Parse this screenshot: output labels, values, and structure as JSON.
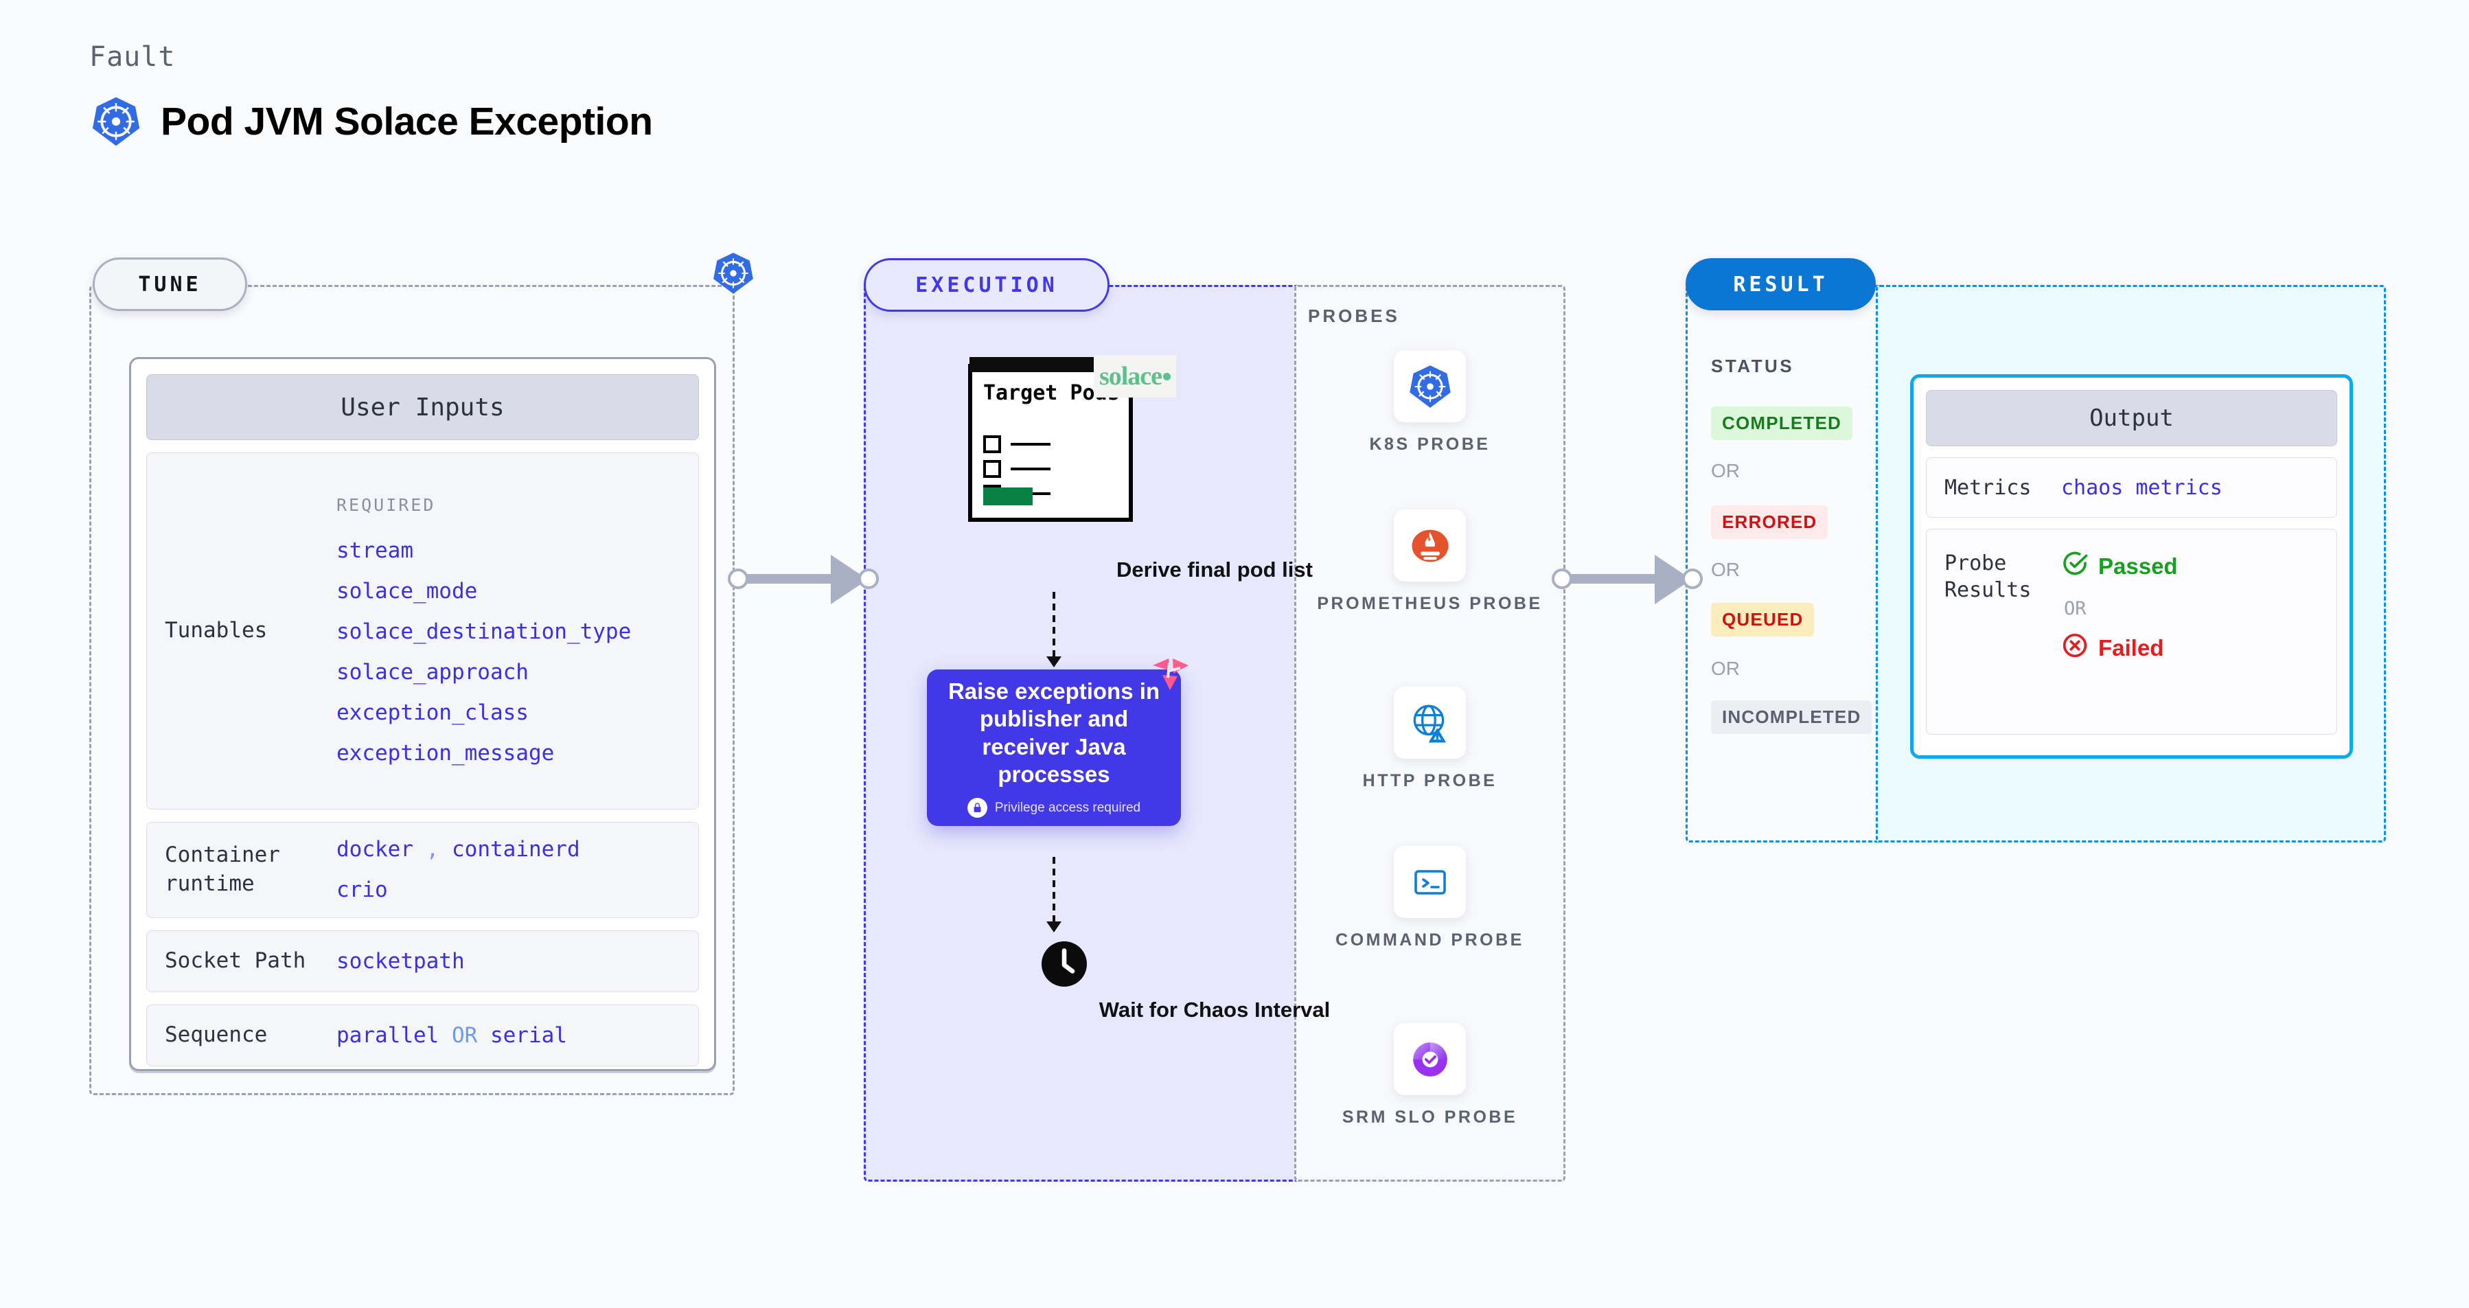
{
  "header": {
    "kicker": "Fault",
    "title": "Pod JVM Solace Exception",
    "logo_icon": "kubernetes-icon"
  },
  "stages": {
    "tune": {
      "pill": "TUNE"
    },
    "execution": {
      "pill": "EXECUTION"
    },
    "result": {
      "pill": "RESULT"
    }
  },
  "tune": {
    "card_title": "User Inputs",
    "rows": [
      {
        "label": "Tunables",
        "required_label": "REQUIRED",
        "values": [
          "stream",
          "solace_mode",
          "solace_destination_type",
          "solace_approach",
          "exception_class",
          "exception_message"
        ]
      },
      {
        "label": "Container runtime",
        "values": [
          "docker",
          "containerd",
          "crio"
        ],
        "separator": ","
      },
      {
        "label": "Socket Path",
        "values": [
          "socketpath"
        ]
      },
      {
        "label": "Sequence",
        "values": [
          "parallel",
          "serial"
        ],
        "separator": "OR"
      }
    ]
  },
  "execution": {
    "pods_card": {
      "title": "Target Pods",
      "brand_logo": "solace-logo",
      "brand_text": "solace"
    },
    "derive_label": "Derive final pod list",
    "action_card": {
      "text": "Raise exceptions in publisher and receiver Java processes",
      "privilege_note": "Privilege access required",
      "privilege_icon": "lock-icon",
      "corner_badge_icon": "litmus-logo-icon",
      "color": "#4338e8"
    },
    "wait_label": "Wait for Chaos Interval",
    "wait_icon": "clock-icon"
  },
  "probes": {
    "title": "PROBES",
    "items": [
      {
        "label": "K8S PROBE",
        "icon": "kubernetes-icon"
      },
      {
        "label": "PROMETHEUS PROBE",
        "icon": "prometheus-icon"
      },
      {
        "label": "HTTP PROBE",
        "icon": "globe-warning-icon"
      },
      {
        "label": "COMMAND PROBE",
        "icon": "terminal-icon"
      },
      {
        "label": "SRM SLO PROBE",
        "icon": "srm-slo-icon"
      }
    ]
  },
  "result": {
    "status_title": "STATUS",
    "or_label": "OR",
    "statuses": [
      {
        "label": "COMPLETED",
        "color": "#167d1d",
        "bg": "#ddf7dd"
      },
      {
        "label": "ERRORED",
        "color": "#cc1212",
        "bg": "#fdeaea"
      },
      {
        "label": "QUEUED",
        "color": "#cc1212",
        "bg": "#fdecbe"
      },
      {
        "label": "INCOMPLETED",
        "color": "#5a6070",
        "bg": "#eceef3"
      }
    ],
    "output": {
      "title": "Output",
      "metrics_label": "Metrics",
      "metrics_value": "chaos metrics",
      "probe_results_label": "Probe Results",
      "or_label": "OR",
      "passed_label": "Passed",
      "passed_icon": "check-circle-icon",
      "failed_label": "Failed",
      "failed_icon": "x-circle-icon"
    }
  }
}
